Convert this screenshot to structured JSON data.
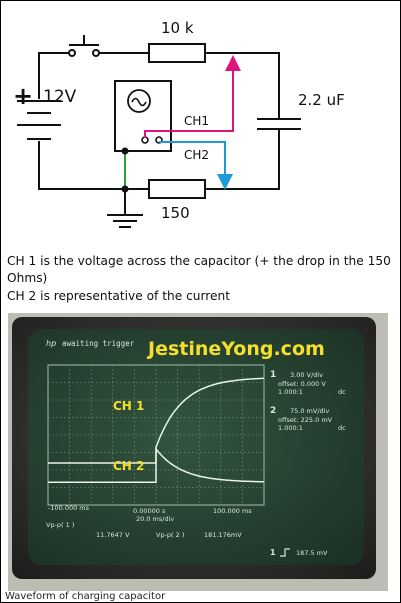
{
  "circuit": {
    "battery_plus": "+",
    "battery_voltage": "12V",
    "resistor_top": "10 k",
    "resistor_bottom": "150",
    "capacitor": "2.2 uF",
    "ch1": "CH1",
    "ch2": "CH2"
  },
  "caption": {
    "line1": "CH 1 is the voltage across the capacitor (+ the drop in the 150 Ohms)",
    "line2": "CH 2 is representative of the current"
  },
  "scope": {
    "header_logo": "hp",
    "header_mode": "awaiting trigger",
    "watermark": "JestineYong.com",
    "trace_label_1": "CH 1",
    "trace_label_2": "CH 2",
    "ch1_number": "1",
    "ch1_vdiv": "3.00  V/div",
    "ch1_offset": "offset: 0.000  V",
    "ch1_probe": "1.000:1",
    "ch1_coupling": "dc",
    "ch2_number": "2",
    "ch2_vdiv": "75.0 mV/div",
    "ch2_offset": "offset: 225.0 mV",
    "ch2_probe": "1.000:1",
    "ch2_coupling": "dc",
    "time_left": "-100.000 ms",
    "time_center": "0.00000  s",
    "time_div": "20.0  ms/div",
    "time_right": "100.000 ms",
    "meas1_label": "Vp-p( 1 )",
    "meas1_value": "11.7647 V",
    "meas2_label": "Vp-p( 2 )",
    "meas2_value": "181.176mV",
    "trigger_channel": "1",
    "trigger_level": "187.5 mV"
  },
  "footer": "Waveform of charging capacitor"
}
